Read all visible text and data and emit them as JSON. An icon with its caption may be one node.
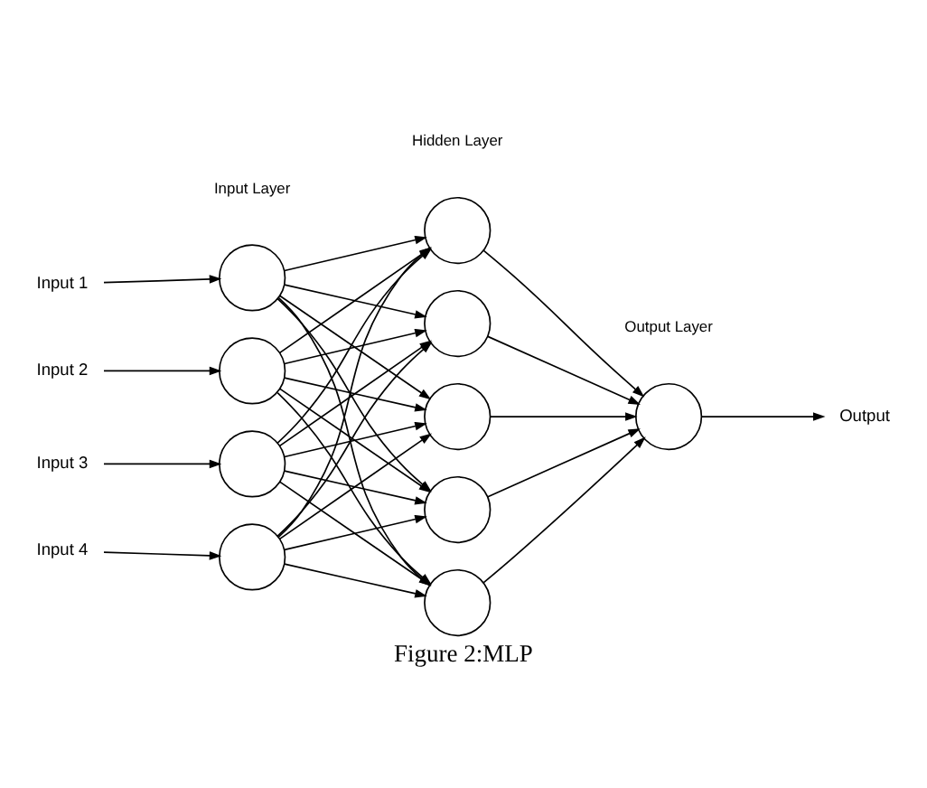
{
  "diagram": {
    "caption": "Figure 2:MLP",
    "nodes": [
      {
        "text": [
          "Input 1"
        ]
      },
      {
        "text": [
          "Input 2"
        ]
      },
      {
        "text": [
          "Input 3"
        ]
      },
      {
        "text": [
          "Input 4"
        ]
      },
      {
        "text": [],
        "shape": "circle"
      },
      {
        "text": [],
        "shape": "circle"
      },
      {
        "text": [],
        "shape": "circle"
      },
      {
        "text": [],
        "shape": "circle"
      },
      {
        "text": [],
        "shape": "circle"
      },
      {
        "text": [],
        "shape": "circle"
      },
      {
        "text": [],
        "shape": "circle"
      },
      {
        "text": [],
        "shape": "circle"
      },
      {
        "text": [],
        "shape": "circle"
      },
      {
        "text": [],
        "shape": "circle"
      },
      {
        "text": [
          "Output"
        ]
      }
    ],
    "edges": [
      {
        "from": 0,
        "to": 4,
        "arrow": "to"
      },
      {
        "from": 1,
        "to": 5,
        "arrow": "to"
      },
      {
        "from": 2,
        "to": 6,
        "arrow": "to"
      },
      {
        "from": 3,
        "to": 7,
        "arrow": "to"
      },
      {
        "from": 4,
        "to": 8,
        "arrow": "to"
      },
      {
        "from": 4,
        "to": 9,
        "arrow": "to"
      },
      {
        "from": 4,
        "to": 10,
        "arrow": "to"
      },
      {
        "from": 4,
        "to": 11,
        "arrow": "to"
      },
      {
        "from": 4,
        "to": 12,
        "arrow": "to"
      },
      {
        "from": 5,
        "to": 8,
        "arrow": "to"
      },
      {
        "from": 5,
        "to": 9,
        "arrow": "to"
      },
      {
        "from": 5,
        "to": 10,
        "arrow": "to"
      },
      {
        "from": 5,
        "to": 11,
        "arrow": "to"
      },
      {
        "from": 5,
        "to": 12,
        "arrow": "to"
      },
      {
        "from": 6,
        "to": 8,
        "arrow": "to"
      },
      {
        "from": 6,
        "to": 9,
        "arrow": "to"
      },
      {
        "from": 6,
        "to": 10,
        "arrow": "to"
      },
      {
        "from": 6,
        "to": 11,
        "arrow": "to"
      },
      {
        "from": 6,
        "to": 12,
        "arrow": "to"
      },
      {
        "from": 7,
        "to": 8,
        "arrow": "to"
      },
      {
        "from": 7,
        "to": 9,
        "arrow": "to"
      },
      {
        "from": 7,
        "to": 10,
        "arrow": "to"
      },
      {
        "from": 7,
        "to": 11,
        "arrow": "to"
      },
      {
        "from": 7,
        "to": 12,
        "arrow": "to"
      },
      {
        "from": 8,
        "to": 13,
        "arrow": "to"
      },
      {
        "from": 9,
        "to": 13,
        "arrow": "to"
      },
      {
        "from": 10,
        "to": 13,
        "arrow": "to"
      },
      {
        "from": 11,
        "to": 13,
        "arrow": "to"
      },
      {
        "from": 12,
        "to": 13,
        "arrow": "to"
      },
      {
        "from": 13,
        "to": 14,
        "arrow": "to"
      }
    ],
    "labels": [
      "Input Layer",
      "Hidden Layer",
      "Output Layer"
    ]
  }
}
